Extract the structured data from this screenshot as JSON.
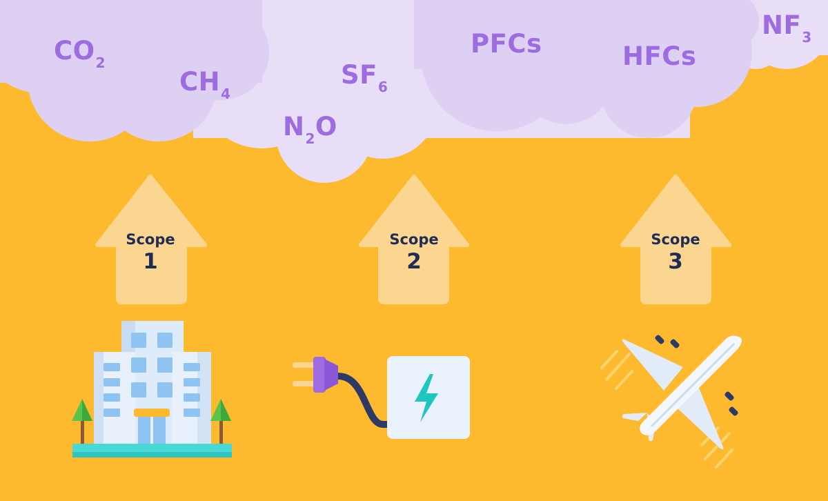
{
  "gases": {
    "co2": {
      "base": "CO",
      "sub": "2"
    },
    "ch4": {
      "base": "CH",
      "sub": "4"
    },
    "sf6": {
      "base": "SF",
      "sub": "6"
    },
    "n2o": {
      "pre": "N",
      "sub": "2",
      "post": "O"
    },
    "pfcs": {
      "base": "PFCs"
    },
    "hfcs": {
      "base": "HFCs"
    },
    "nf3": {
      "base": "NF",
      "sub": "3"
    }
  },
  "scopes": [
    {
      "label": "Scope",
      "number": "1",
      "source": "building"
    },
    {
      "label": "Scope",
      "number": "2",
      "source": "electric-plug"
    },
    {
      "label": "Scope",
      "number": "3",
      "source": "airplane"
    }
  ],
  "colors": {
    "background": "#FDBA2F",
    "cloud": "#DDD0F3",
    "cloud_light": "#E8DEF8",
    "gas_text": "#9C6CE0",
    "arrow": "#FBD690",
    "scope_text": "#1F2D55"
  },
  "icons": [
    "cloud-icon",
    "building-icon",
    "tree-icon",
    "plug-icon",
    "power-socket-icon",
    "lightning-icon",
    "airplane-icon"
  ]
}
